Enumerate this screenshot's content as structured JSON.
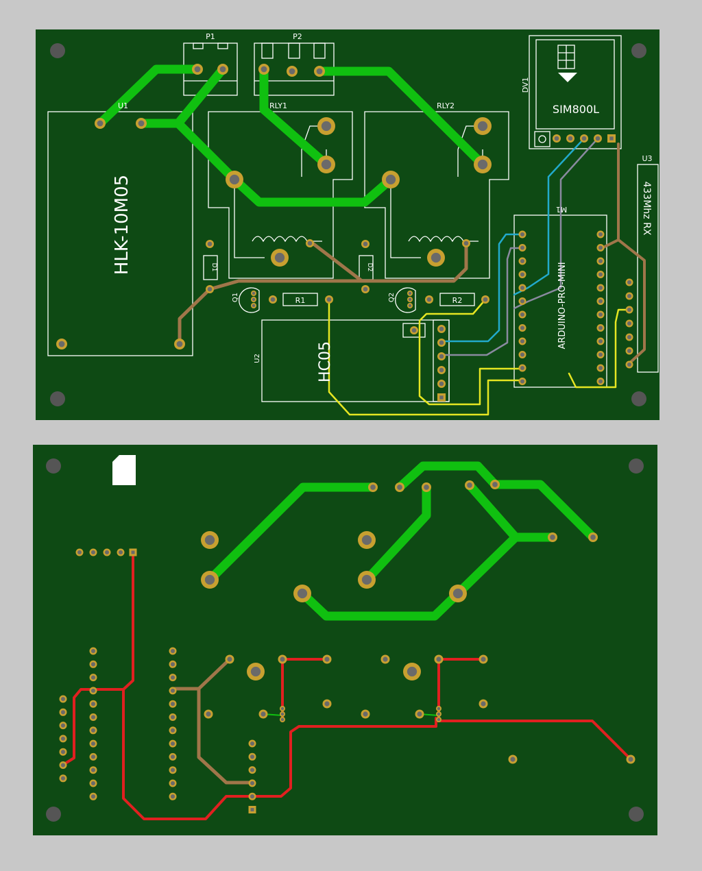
{
  "colors": {
    "background": "#c8c8c8",
    "board": "#0e4a14",
    "silkscreen": "#ffffff",
    "mounting_hole": "#555555",
    "pad_ring": "#c8a030",
    "pad_center": "#6a6a6a",
    "trace_power": "#10c010",
    "trace_brown": "#a0764a",
    "trace_yellow": "#e6e622",
    "trace_cyan": "#22aacc",
    "trace_gray": "#8a8aa0",
    "trace_red": "#e02020"
  },
  "top_view": {
    "labels": {
      "p1": "P1",
      "p2": "P2",
      "u1": "U1",
      "hlk": "HLK-10M05",
      "rly1": "RLY1",
      "rly2": "RLY2",
      "dv1": "DV1",
      "sim": "SIM800L",
      "u3": "U3",
      "rx": "433Mhz RX",
      "m1": "M1",
      "arduino": "ARDUINO-PRO-MINI",
      "d1": "D1",
      "d2": "D2",
      "q1": "Q1",
      "q2": "Q2",
      "r1": "R1",
      "r2": "R2",
      "u2": "U2",
      "hc05": "HC05"
    }
  },
  "bottom_view": {}
}
